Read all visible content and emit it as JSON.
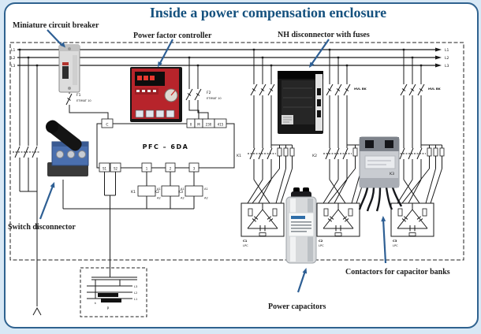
{
  "title": "Inside a power compensation enclosure",
  "callouts": {
    "mcb": "Miniature circuit breaker",
    "pfc": "Power factor controller",
    "nh_disconnector": "NH disconnector with fuses",
    "switch_disconnector": "Switch disconnector",
    "power_capacitors": "Power capacitors",
    "contactors": "Contactors for capacitor banks"
  },
  "bus": {
    "left": {
      "l1": "L1",
      "l2": "L2",
      "l3": "L3"
    },
    "right": {
      "l1": "L1",
      "l2": "L2",
      "l3": "L3"
    }
  },
  "fuses": {
    "f1": {
      "id": "F1",
      "type": "ETIMAT 10"
    },
    "f2": {
      "id": "F2",
      "type": "ETIMAT 10"
    },
    "nh_type": "HVL BK"
  },
  "pfc_unit": {
    "name": "PFC – 6DA",
    "terminal_c": "C",
    "terminals_top": {
      "t0": "0",
      "tm": "M",
      "t230": "230",
      "t415": "415"
    },
    "terminals_bottom": {
      "s1": "S1",
      "s2": "S2",
      "o1": "1",
      "o2": "2",
      "o3": "3"
    }
  },
  "coils": {
    "k1": "K1",
    "k2": "K2",
    "k3": "K3",
    "a1": "A1",
    "a2": "A2"
  },
  "contactor_switches": {
    "k1": "K1",
    "k2": "K2",
    "k3": "K3"
  },
  "capacitor_banks": {
    "c1": {
      "id": "C1",
      "type": "LPC"
    },
    "c2": {
      "id": "C2",
      "type": "LPC"
    },
    "c3": {
      "id": "C3",
      "type": "LPC"
    }
  },
  "ct_box": {
    "lines": {
      "l3": "L3",
      "l2": "L2",
      "l1": "L1"
    },
    "k_mark": "k",
    "label": "P"
  },
  "colors": {
    "accent": "#15517e",
    "arrow": "#2e5f94",
    "page_bg": "#d8e8f5",
    "line": "#1a1a1a"
  }
}
